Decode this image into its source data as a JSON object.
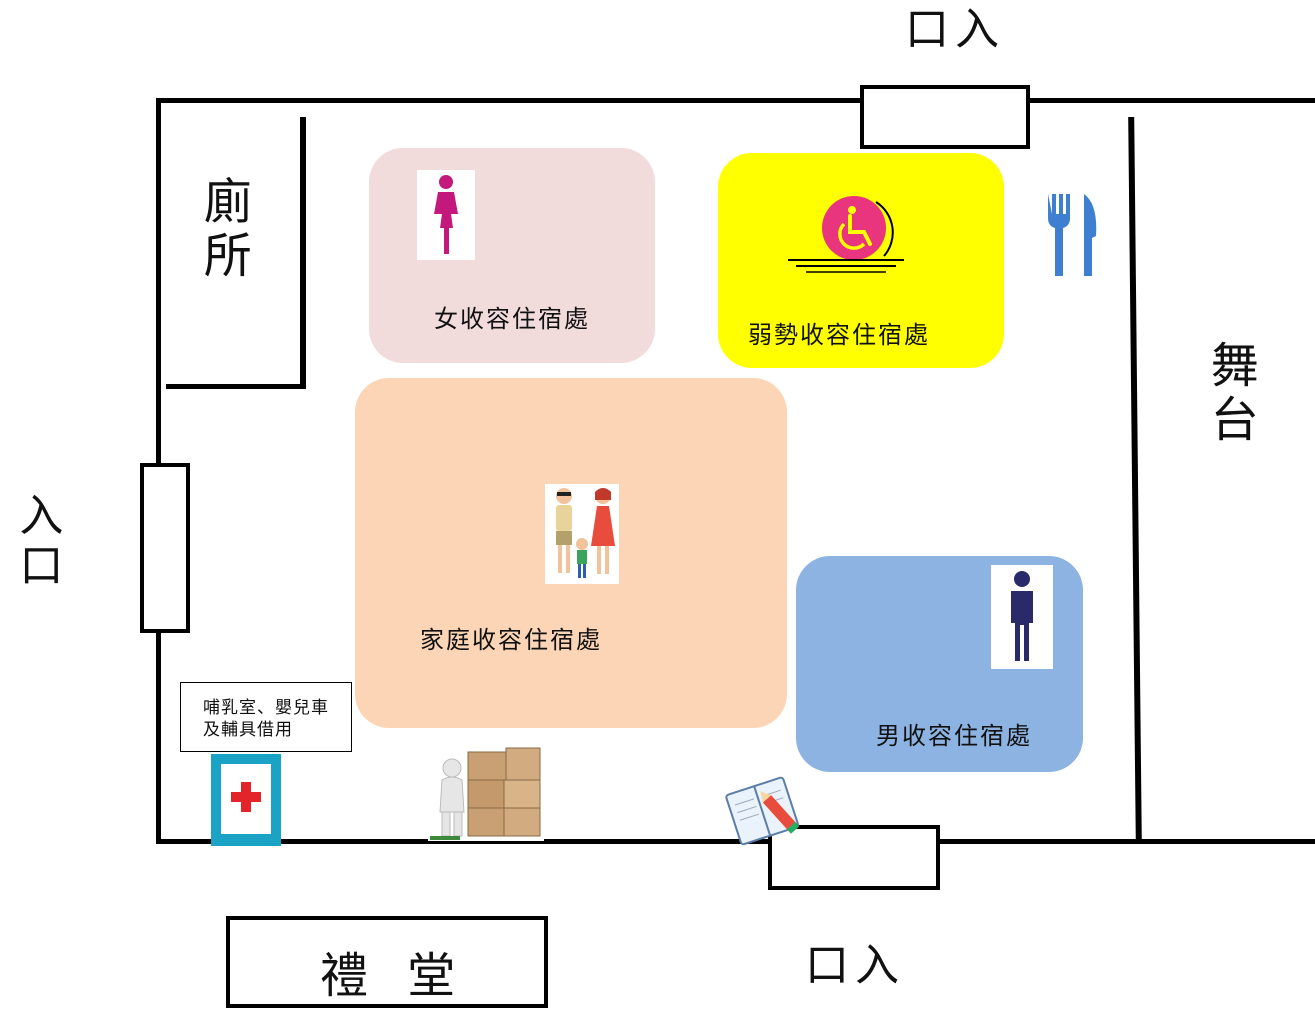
{
  "labels": {
    "entrance_top": "入口",
    "entrance_left": "入口",
    "entrance_bottom": "入口",
    "toilet": "廁所",
    "stage": "舞台",
    "auditorium": "禮 堂",
    "nursing_room": "哺乳室、嬰兒車及輔具借用"
  },
  "zones": {
    "female": {
      "label": "女收容住宿處",
      "color": "#f2dcdb"
    },
    "disadvantaged": {
      "label": "弱勢收容住宿處",
      "color": "#ffff00"
    },
    "family": {
      "label": "家庭收容住宿處",
      "color": "#fbd5b5"
    },
    "male": {
      "label": "男收容住宿處",
      "color": "#8db3e2"
    }
  },
  "icons": {
    "female": "female-person-icon",
    "wheelchair": "wheelchair-icon",
    "dining": "fork-knife-icon",
    "family": "family-icon",
    "male": "male-person-icon",
    "first_aid": "first-aid-icon",
    "supplies": "boxes-icon",
    "register": "notebook-pencil-icon"
  }
}
